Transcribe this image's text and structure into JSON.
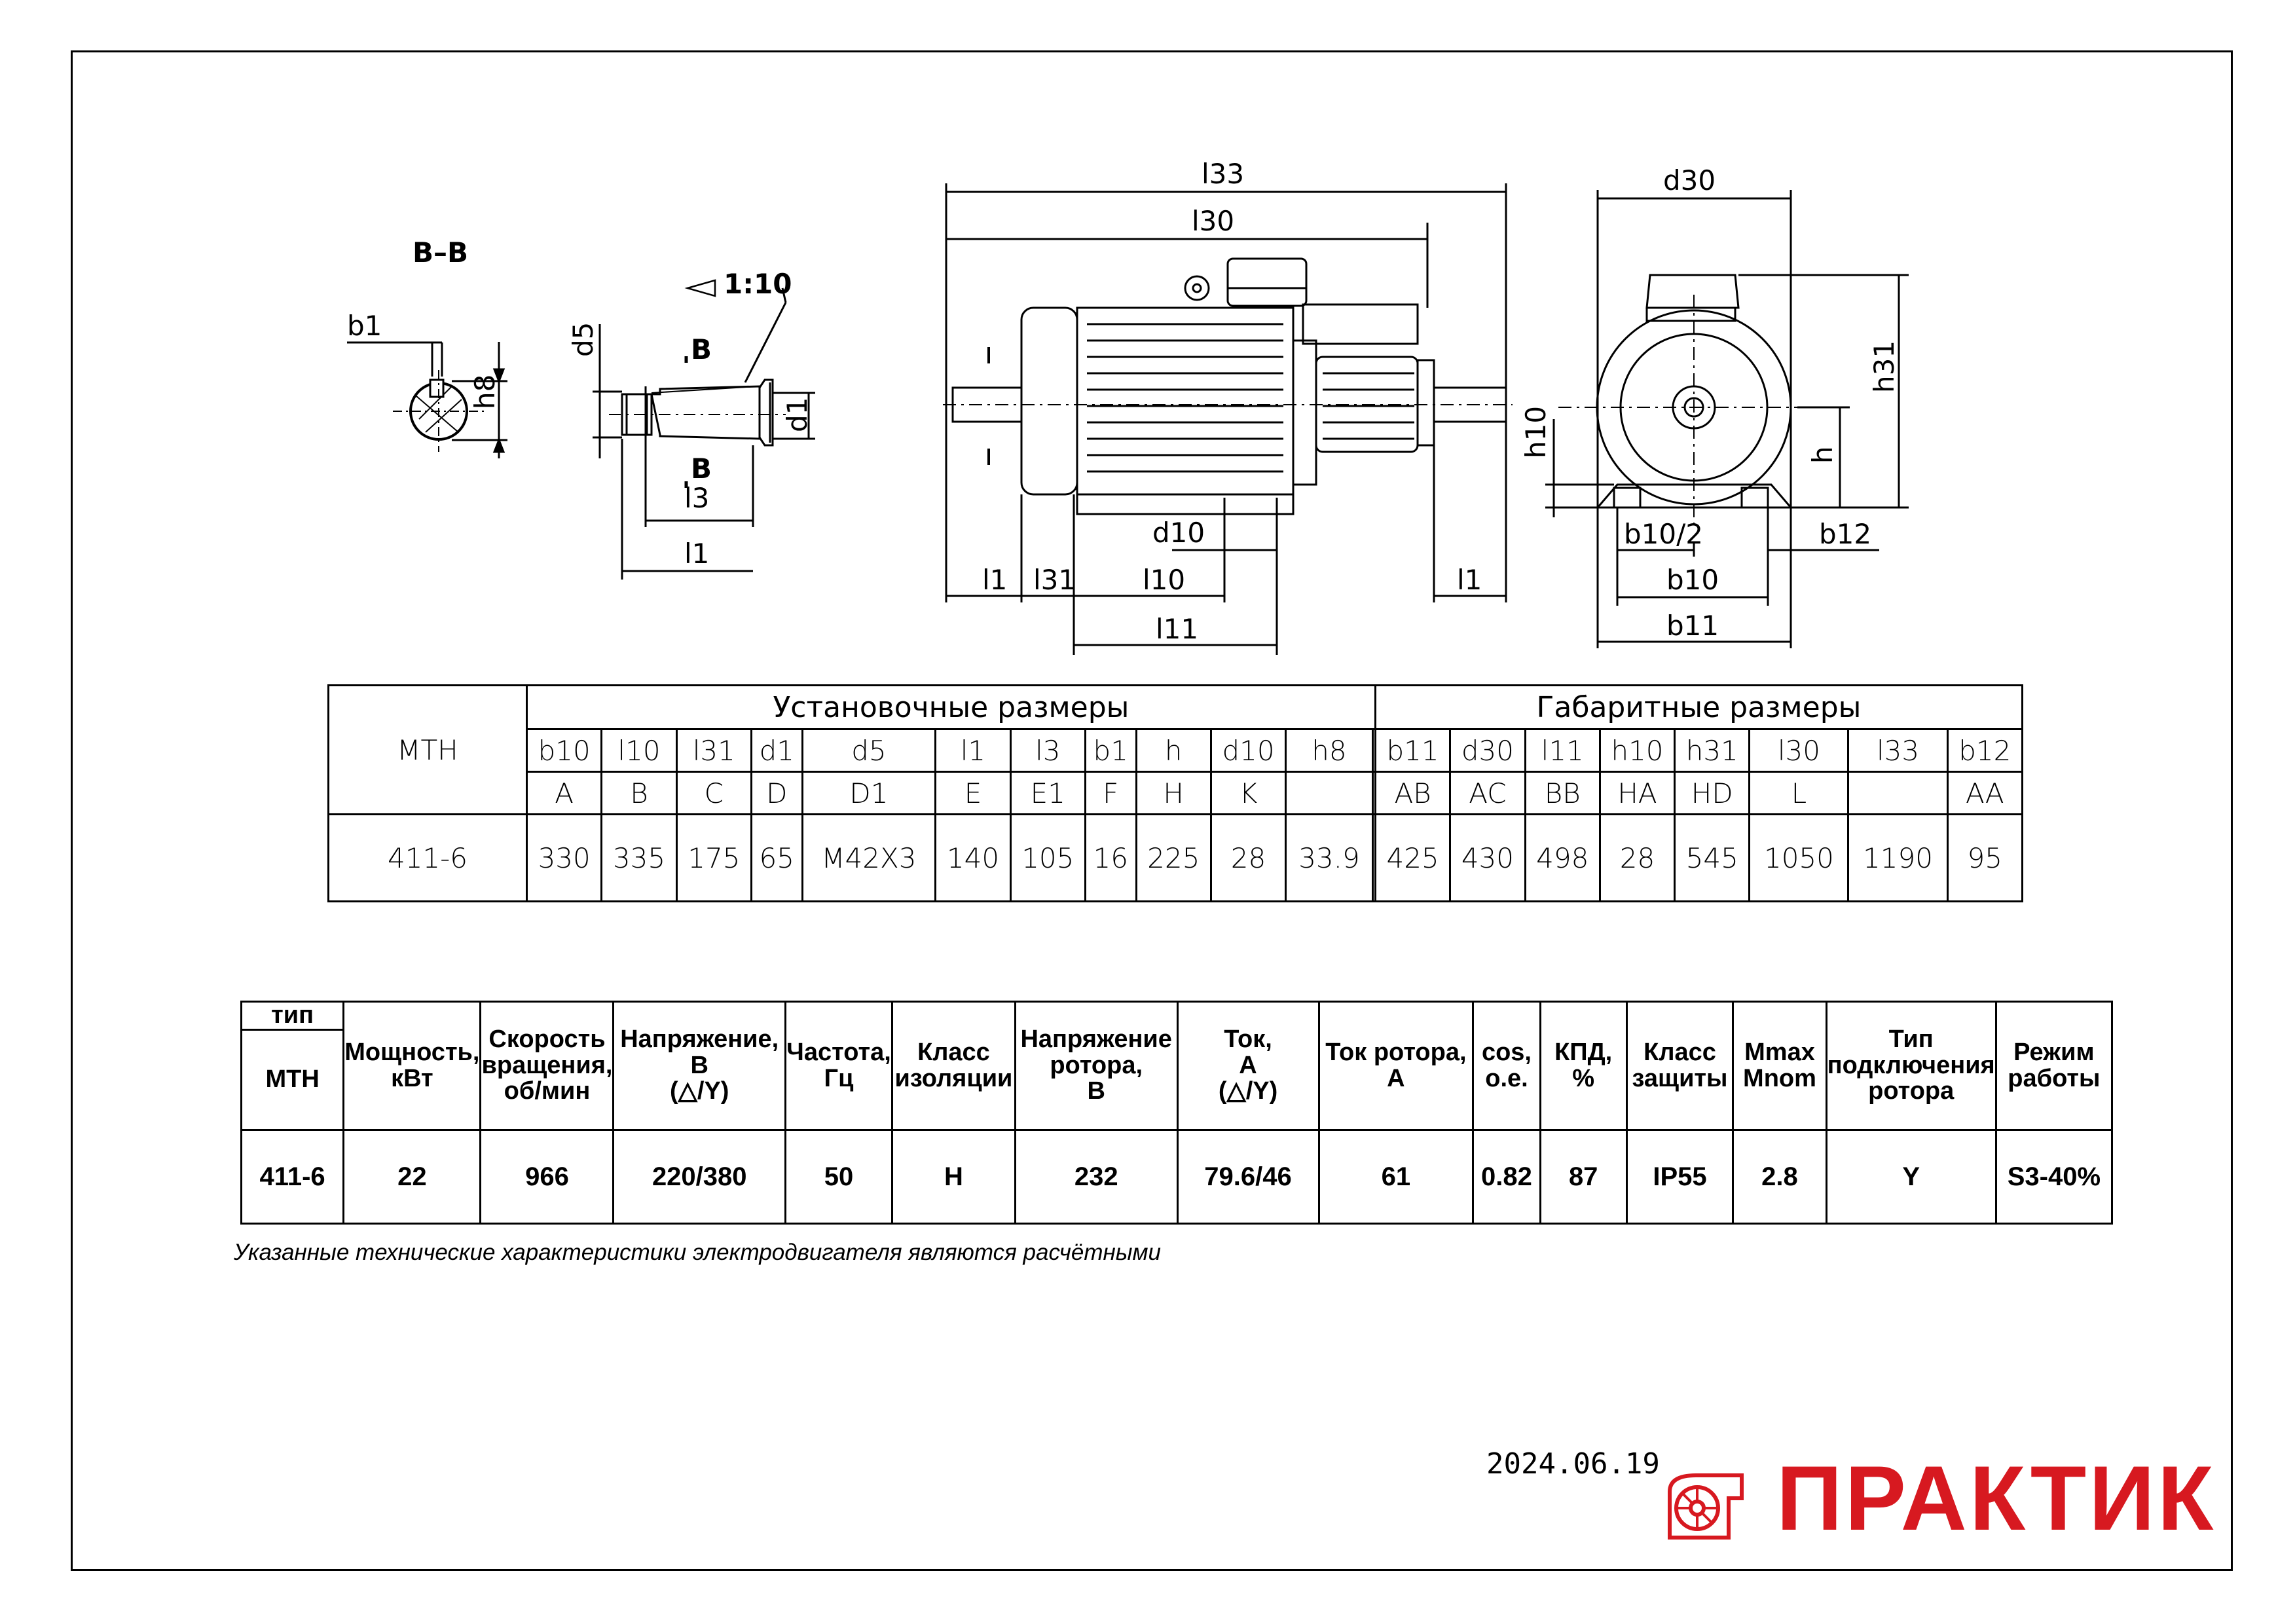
{
  "drawing": {
    "section_label": "B–B",
    "taper_label": "1:10",
    "section_marks": [
      "B",
      "B"
    ],
    "labels": {
      "b1": "b1",
      "h8": "h8",
      "d5": "d5",
      "d1": "d1",
      "l3": "l3",
      "l1": "l1",
      "l33": "l33",
      "l30": "l30",
      "d10": "d10",
      "l31": "l31",
      "l10": "l10",
      "l11": "l11",
      "d30": "d30",
      "h31": "h31",
      "h10": "h10",
      "h": "h",
      "b10_2": "b10/2",
      "b12": "b12",
      "b10": "b10",
      "b11": "b11"
    }
  },
  "dimensions_table": {
    "model_header": "MTH",
    "group1_title": "Установочные размеры",
    "group2_title": "Габаритные размеры",
    "group1_cols": [
      "b10",
      "l10",
      "l31",
      "d1",
      "d5",
      "l1",
      "l3",
      "b1",
      "h",
      "d10",
      "h8",
      ""
    ],
    "group1_alt": [
      "A",
      "B",
      "C",
      "D",
      "D1",
      "E",
      "E1",
      "F",
      "H",
      "K",
      "",
      ""
    ],
    "group1_vals": [
      "330",
      "335",
      "175",
      "65",
      "M42X3",
      "140",
      "105",
      "16",
      "225",
      "28",
      "33.9",
      ""
    ],
    "group2_cols": [
      "b11",
      "d30",
      "l11",
      "h10",
      "h31",
      "l30",
      "l33",
      "b12"
    ],
    "group2_alt": [
      "AB",
      "AC",
      "BB",
      "HA",
      "HD",
      "L",
      "",
      "AA"
    ],
    "group2_vals": [
      "425",
      "430",
      "498",
      "28",
      "545",
      "1050",
      "1190",
      "95"
    ],
    "model": "411-6"
  },
  "specs_table": {
    "type_label": "тип",
    "series": "MTH",
    "headers": [
      "Мощность,\nкВт",
      "Скорость\nвращения,\nоб/мин",
      "Напряжение,\nВ\n(△/Y)",
      "Частота,\nГц",
      "Класс\nизоляции",
      "Напряжение\nротора,\nВ",
      "Ток,\nА\n(△/Y)",
      "Ток ротора,\nА",
      "cos,\nо.е.",
      "КПД,\n%",
      "Класс\nзащиты",
      "Mmax\nMnom",
      "Тип\nподключения\nротора",
      "Режим\nработы"
    ],
    "row": {
      "model": "411-6",
      "values": [
        "22",
        "966",
        "220/380",
        "50",
        "H",
        "232",
        "79.6/46",
        "61",
        "0.82",
        "87",
        "IP55",
        "2.8",
        "Y",
        "S3-40%"
      ]
    }
  },
  "note": "Указанные технические характеристики электродвигателя являются расчётными",
  "date": "2024.06.19",
  "brand": "ПРАКТИК",
  "colors": {
    "brand": "#d71920"
  }
}
